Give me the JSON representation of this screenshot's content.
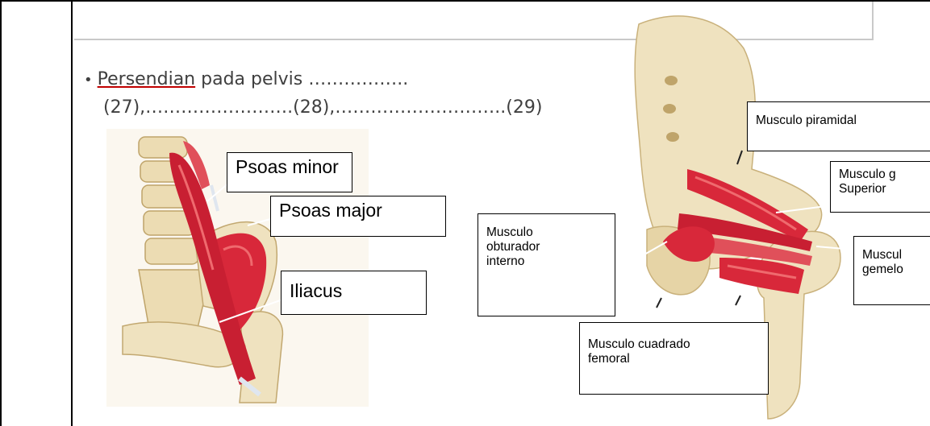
{
  "slide": {
    "bullet_word": "Persendian",
    "bullet_rest": " pada pelvis ……………..",
    "fill_line": "(27),…………………….(28),………………………..(29)"
  },
  "left_labels": {
    "psoas_minor": "Psoas minor",
    "psoas_major": "Psoas major",
    "iliacus": "Iliacus"
  },
  "right_labels": {
    "piramidal": "Musculo piramidal",
    "gemelo_superior_line1": "Musculo g",
    "gemelo_superior_line2": "Superior",
    "obturador_line1": "Musculo",
    "obturador_line2": "obturador",
    "obturador_line3": "interno",
    "gemelo_inferior_line1": "Muscul",
    "gemelo_inferior_line2": "gemelo",
    "cuadrado_line1": "Musculo cuadrado",
    "cuadrado_line2": "femoral"
  },
  "colors": {
    "bone": "#efe2bf",
    "bone_shadow": "#d9c79a",
    "muscle": "#d8283a",
    "muscle_light": "#ef6a6e",
    "tendon": "#dfe6ef",
    "text": "#3f3f3f"
  }
}
